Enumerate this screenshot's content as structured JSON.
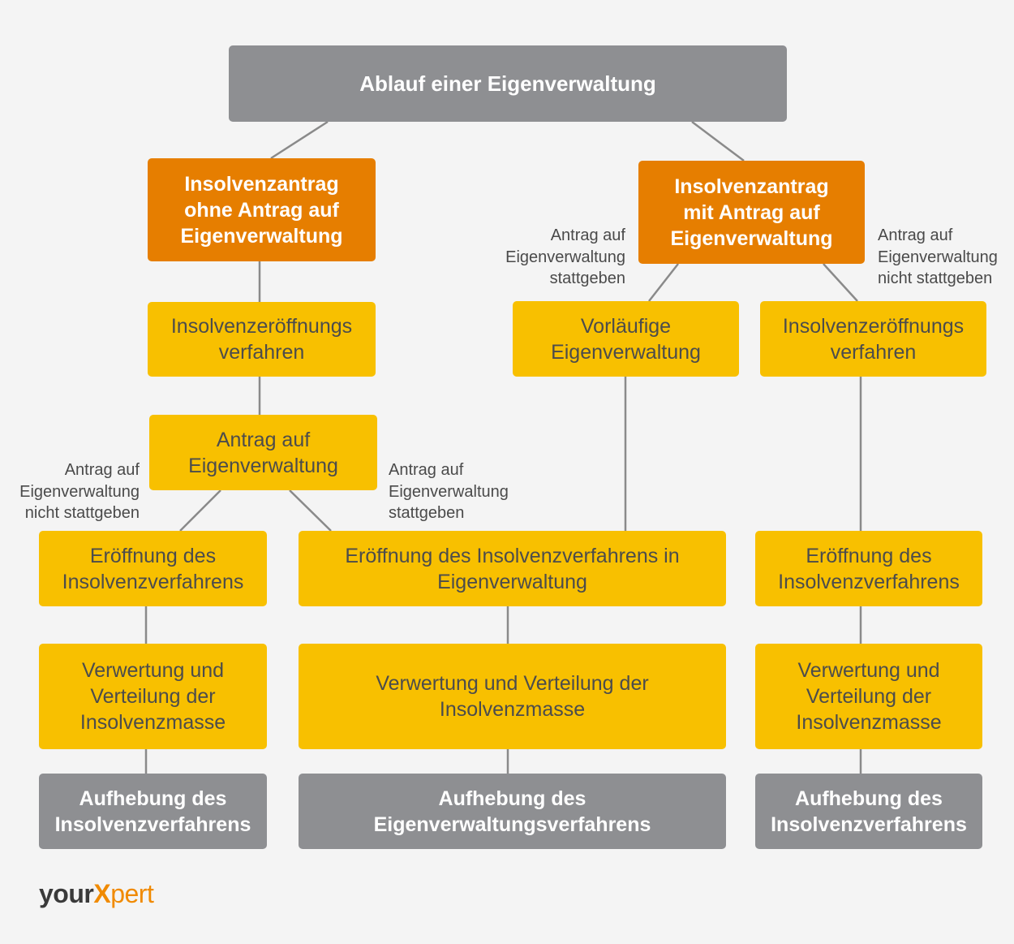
{
  "title": "Ablauf einer Eigenverwaltung",
  "branch_left": {
    "heading": "Insolvenzantrag\nohne Antrag auf\nEigenverwaltung",
    "step1": "Insolvenzeröffnungs\nverfahren",
    "step2": "Antrag auf\nEigenverwaltung",
    "label_not_granted": "Antrag auf\nEigenverwaltung\nnicht stattgeben",
    "label_granted": "Antrag auf\nEigenverwaltung\nstattgeben",
    "col1_open": "Eröffnung des\nInsolvenzverfahrens",
    "col1_realize": "Verwertung und\nVerteilung der\nInsolvenzmasse",
    "col1_end": "Aufhebung des\nInsolvenzverfahrens"
  },
  "middle": {
    "open": "Eröffnung des Insolvenzverfahrens in\nEigenverwaltung",
    "realize": "Verwertung und Verteilung der\nInsolvenzmasse",
    "end": "Aufhebung des\nEigenverwaltungsverfahrens"
  },
  "branch_right": {
    "heading": "Insolvenzantrag\nmit Antrag auf\nEigenverwaltung",
    "label_granted": "Antrag auf\nEigenverwaltung\nstattgeben",
    "label_not_granted": "Antrag auf\nEigenverwaltung\nnicht stattgeben",
    "prelim": "Vorläufige\nEigenverwaltung",
    "step1": "Insolvenzeröffnungs\nverfahren",
    "col3_open": "Eröffnung des\nInsolvenzverfahrens",
    "col3_realize": "Verwertung und\nVerteilung der\nInsolvenzmasse",
    "col3_end": "Aufhebung des\nInsolvenzverfahrens"
  },
  "logo": {
    "part1": "your",
    "part2": "X",
    "part3": "pert"
  },
  "colors": {
    "gray": "#8e8f92",
    "orange": "#e67e00",
    "yellow": "#f8c000",
    "connector": "#8a8a8a",
    "background": "#f4f4f4"
  }
}
